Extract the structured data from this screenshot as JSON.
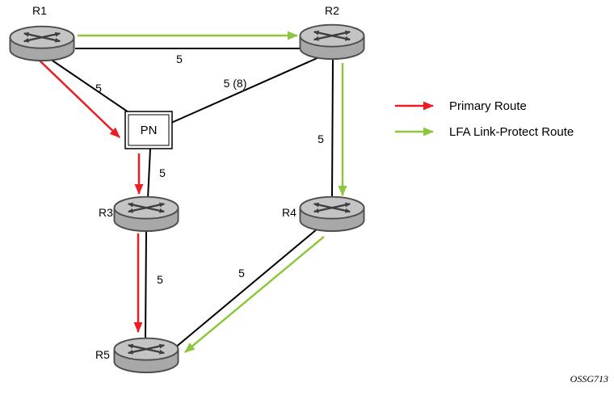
{
  "diagram": {
    "nodes": [
      {
        "id": "R1",
        "label": "R1",
        "type": "router"
      },
      {
        "id": "R2",
        "label": "R2",
        "type": "router"
      },
      {
        "id": "PN",
        "label": "PN",
        "type": "pseudo-node"
      },
      {
        "id": "R3",
        "label": "R3",
        "type": "router"
      },
      {
        "id": "R4",
        "label": "R4",
        "type": "router"
      },
      {
        "id": "R5",
        "label": "R5",
        "type": "router"
      }
    ],
    "links": [
      {
        "from": "R1",
        "to": "R2",
        "cost": "5"
      },
      {
        "from": "R1",
        "to": "PN",
        "cost": "5"
      },
      {
        "from": "PN",
        "to": "R2",
        "cost": "5 (8)"
      },
      {
        "from": "PN",
        "to": "R3",
        "cost": "5"
      },
      {
        "from": "R2",
        "to": "R4",
        "cost": "5"
      },
      {
        "from": "R3",
        "to": "R5",
        "cost": "5"
      },
      {
        "from": "R4",
        "to": "R5",
        "cost": "5"
      }
    ],
    "routes": {
      "primary": {
        "color": "#ed1c24",
        "path": [
          "R1",
          "PN",
          "R3",
          "R5"
        ]
      },
      "lfa_link_protect": {
        "color": "#8dc63f",
        "path": [
          "R1",
          "R2",
          "R4",
          "R5"
        ]
      }
    },
    "colors": {
      "link": "#000000",
      "primary_route": "#ed1c24",
      "lfa_route": "#8dc63f",
      "router_fill_top": "#c0c0c0",
      "router_fill_body": "#a8a8a8",
      "router_stroke": "#4d4d4d"
    }
  },
  "legend": {
    "items": [
      {
        "label": "Primary Route",
        "color": "#ed1c24"
      },
      {
        "label": "LFA Link-Protect Route",
        "color": "#8dc63f"
      }
    ]
  },
  "footer": {
    "caption": "OSSG713"
  }
}
